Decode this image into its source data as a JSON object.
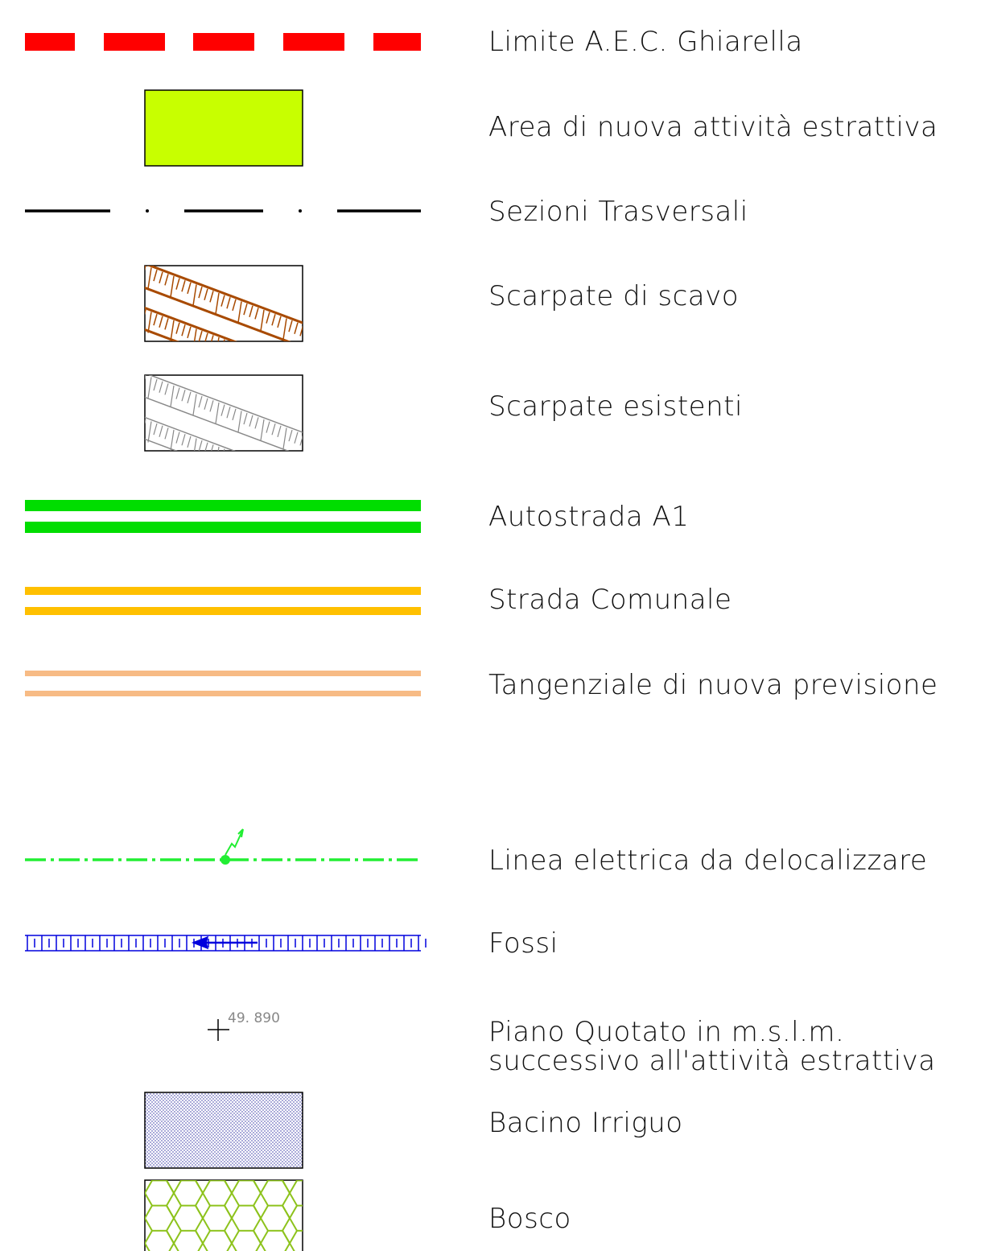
{
  "legend": {
    "items": [
      {
        "id": "limite-aec",
        "label": "Limite A.E.C. Ghiarella",
        "color": "#ff0000"
      },
      {
        "id": "area-nuova-attivita",
        "label": "Area di nuova attività estrattiva",
        "color": "#c8ff00"
      },
      {
        "id": "sezioni-trasversali",
        "label": "Sezioni Trasversali",
        "color": "#000000"
      },
      {
        "id": "scarpate-scavo",
        "label": "Scarpate di scavo",
        "color": "#a84a00"
      },
      {
        "id": "scarpate-esistenti",
        "label": "Scarpate esistenti",
        "color": "#888888"
      },
      {
        "id": "autostrada",
        "label": "Autostrada A1",
        "color": "#00dd00"
      },
      {
        "id": "strada-comunale",
        "label": "Strada Comunale",
        "color": "#ffc000"
      },
      {
        "id": "tangenziale",
        "label": "Tangenziale di nuova previsione",
        "color": "#f7bb85"
      },
      {
        "id": "linea-elettrica",
        "label": "Linea elettrica da delocalizzare",
        "color": "#22ee33"
      },
      {
        "id": "fossi",
        "label": "Fossi",
        "color": "#0000dd"
      },
      {
        "id": "piano-quotato",
        "label_line1": "Piano Quotato in m.s.l.m.",
        "label_line2": "successivo all'attività estrattiva",
        "spot_value": "49. 890"
      },
      {
        "id": "bacino-irriguo",
        "label": "Bacino Irriguo",
        "color": "#2a2aa0"
      },
      {
        "id": "bosco",
        "label": "Bosco",
        "color": "#8cc21a"
      }
    ]
  }
}
